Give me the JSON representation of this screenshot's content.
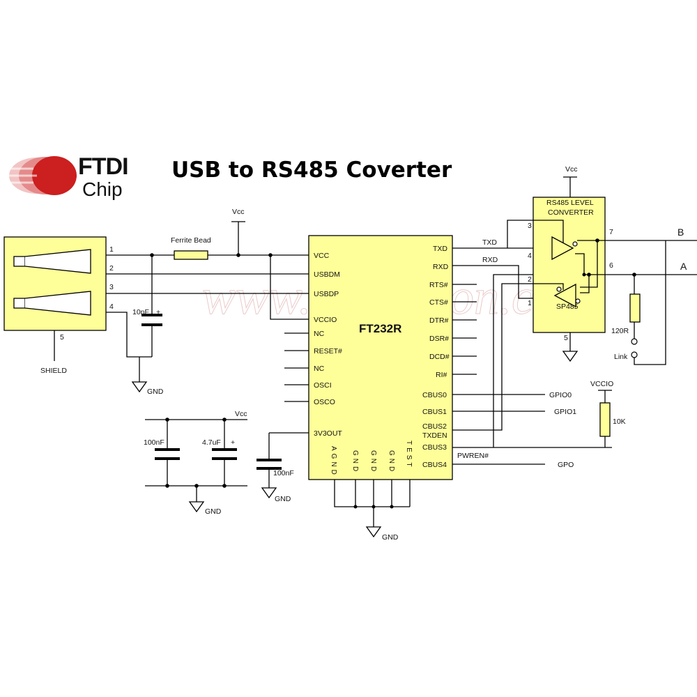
{
  "title": "USB to RS485 Coverter",
  "logo": {
    "brand": "FTDI",
    "sub": "Chip"
  },
  "watermark": "www.sinforcon.com",
  "usb": {
    "pin1": "1",
    "pin2": "2",
    "pin3": "3",
    "pin4": "4",
    "pin5": "5",
    "shield": "SHIELD"
  },
  "components": {
    "ferrite": "Ferrite Bead",
    "c_usb": "10nF",
    "c_plus": "+",
    "c_dec1": "100nF",
    "c_dec2": "4.7uF",
    "c_3v3": "100nF",
    "r_term": "120R",
    "link": "Link",
    "r_pull": "10K"
  },
  "power": {
    "vcc1": "Vcc",
    "vcc2": "Vcc",
    "vcc3": "Vcc",
    "vccio": "VCCIO",
    "gnd": "GND"
  },
  "ft232r": {
    "name": "FT232R",
    "left_pins": [
      "VCC",
      "USBDM",
      "USBDP",
      "VCCIO",
      "NC",
      "RESET#",
      "NC",
      "OSCI",
      "OSCO",
      "3V3OUT"
    ],
    "right_pins": [
      "TXD",
      "RXD",
      "RTS#",
      "CTS#",
      "DTR#",
      "DSR#",
      "DCD#",
      "RI#",
      "CBUS0",
      "CBUS1",
      "CBUS2",
      "TXDEN",
      "CBUS3",
      "CBUS4"
    ],
    "bottom_pins": [
      "AGND",
      "GND",
      "GND",
      "GND",
      "TEST"
    ]
  },
  "sp485": {
    "name": "SP485",
    "header1": "RS485 LEVEL",
    "header2": "CONVERTER",
    "pin1": "1",
    "pin2": "2",
    "pin3": "3",
    "pin4": "4",
    "pin5": "5",
    "pin6": "6",
    "pin7": "7"
  },
  "signals": {
    "txd": "TXD",
    "rxd": "RXD",
    "gpio0": "GPIO0",
    "gpio1": "GPIO1",
    "pwren": "PWREN#",
    "gpo": "GPO",
    "bus_b": "B",
    "bus_a": "A"
  }
}
